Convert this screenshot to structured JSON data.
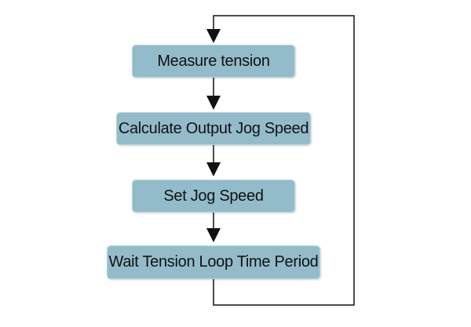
{
  "diagram": {
    "type": "flowchart-loop",
    "colors": {
      "box_fill": "#93bccb",
      "box_border": "#b7d4de",
      "line": "#111111",
      "text": "#111111"
    },
    "steps": [
      {
        "label": "Measure tension"
      },
      {
        "label": "Calculate Output Jog Speed"
      },
      {
        "label": "Set Jog Speed"
      },
      {
        "label": "Wait Tension Loop Time Period"
      }
    ],
    "edges": [
      {
        "from": "loop-return",
        "to": 0
      },
      {
        "from": 0,
        "to": 1
      },
      {
        "from": 1,
        "to": 2
      },
      {
        "from": 2,
        "to": 3
      },
      {
        "from": 3,
        "to": "loop-return"
      }
    ]
  }
}
